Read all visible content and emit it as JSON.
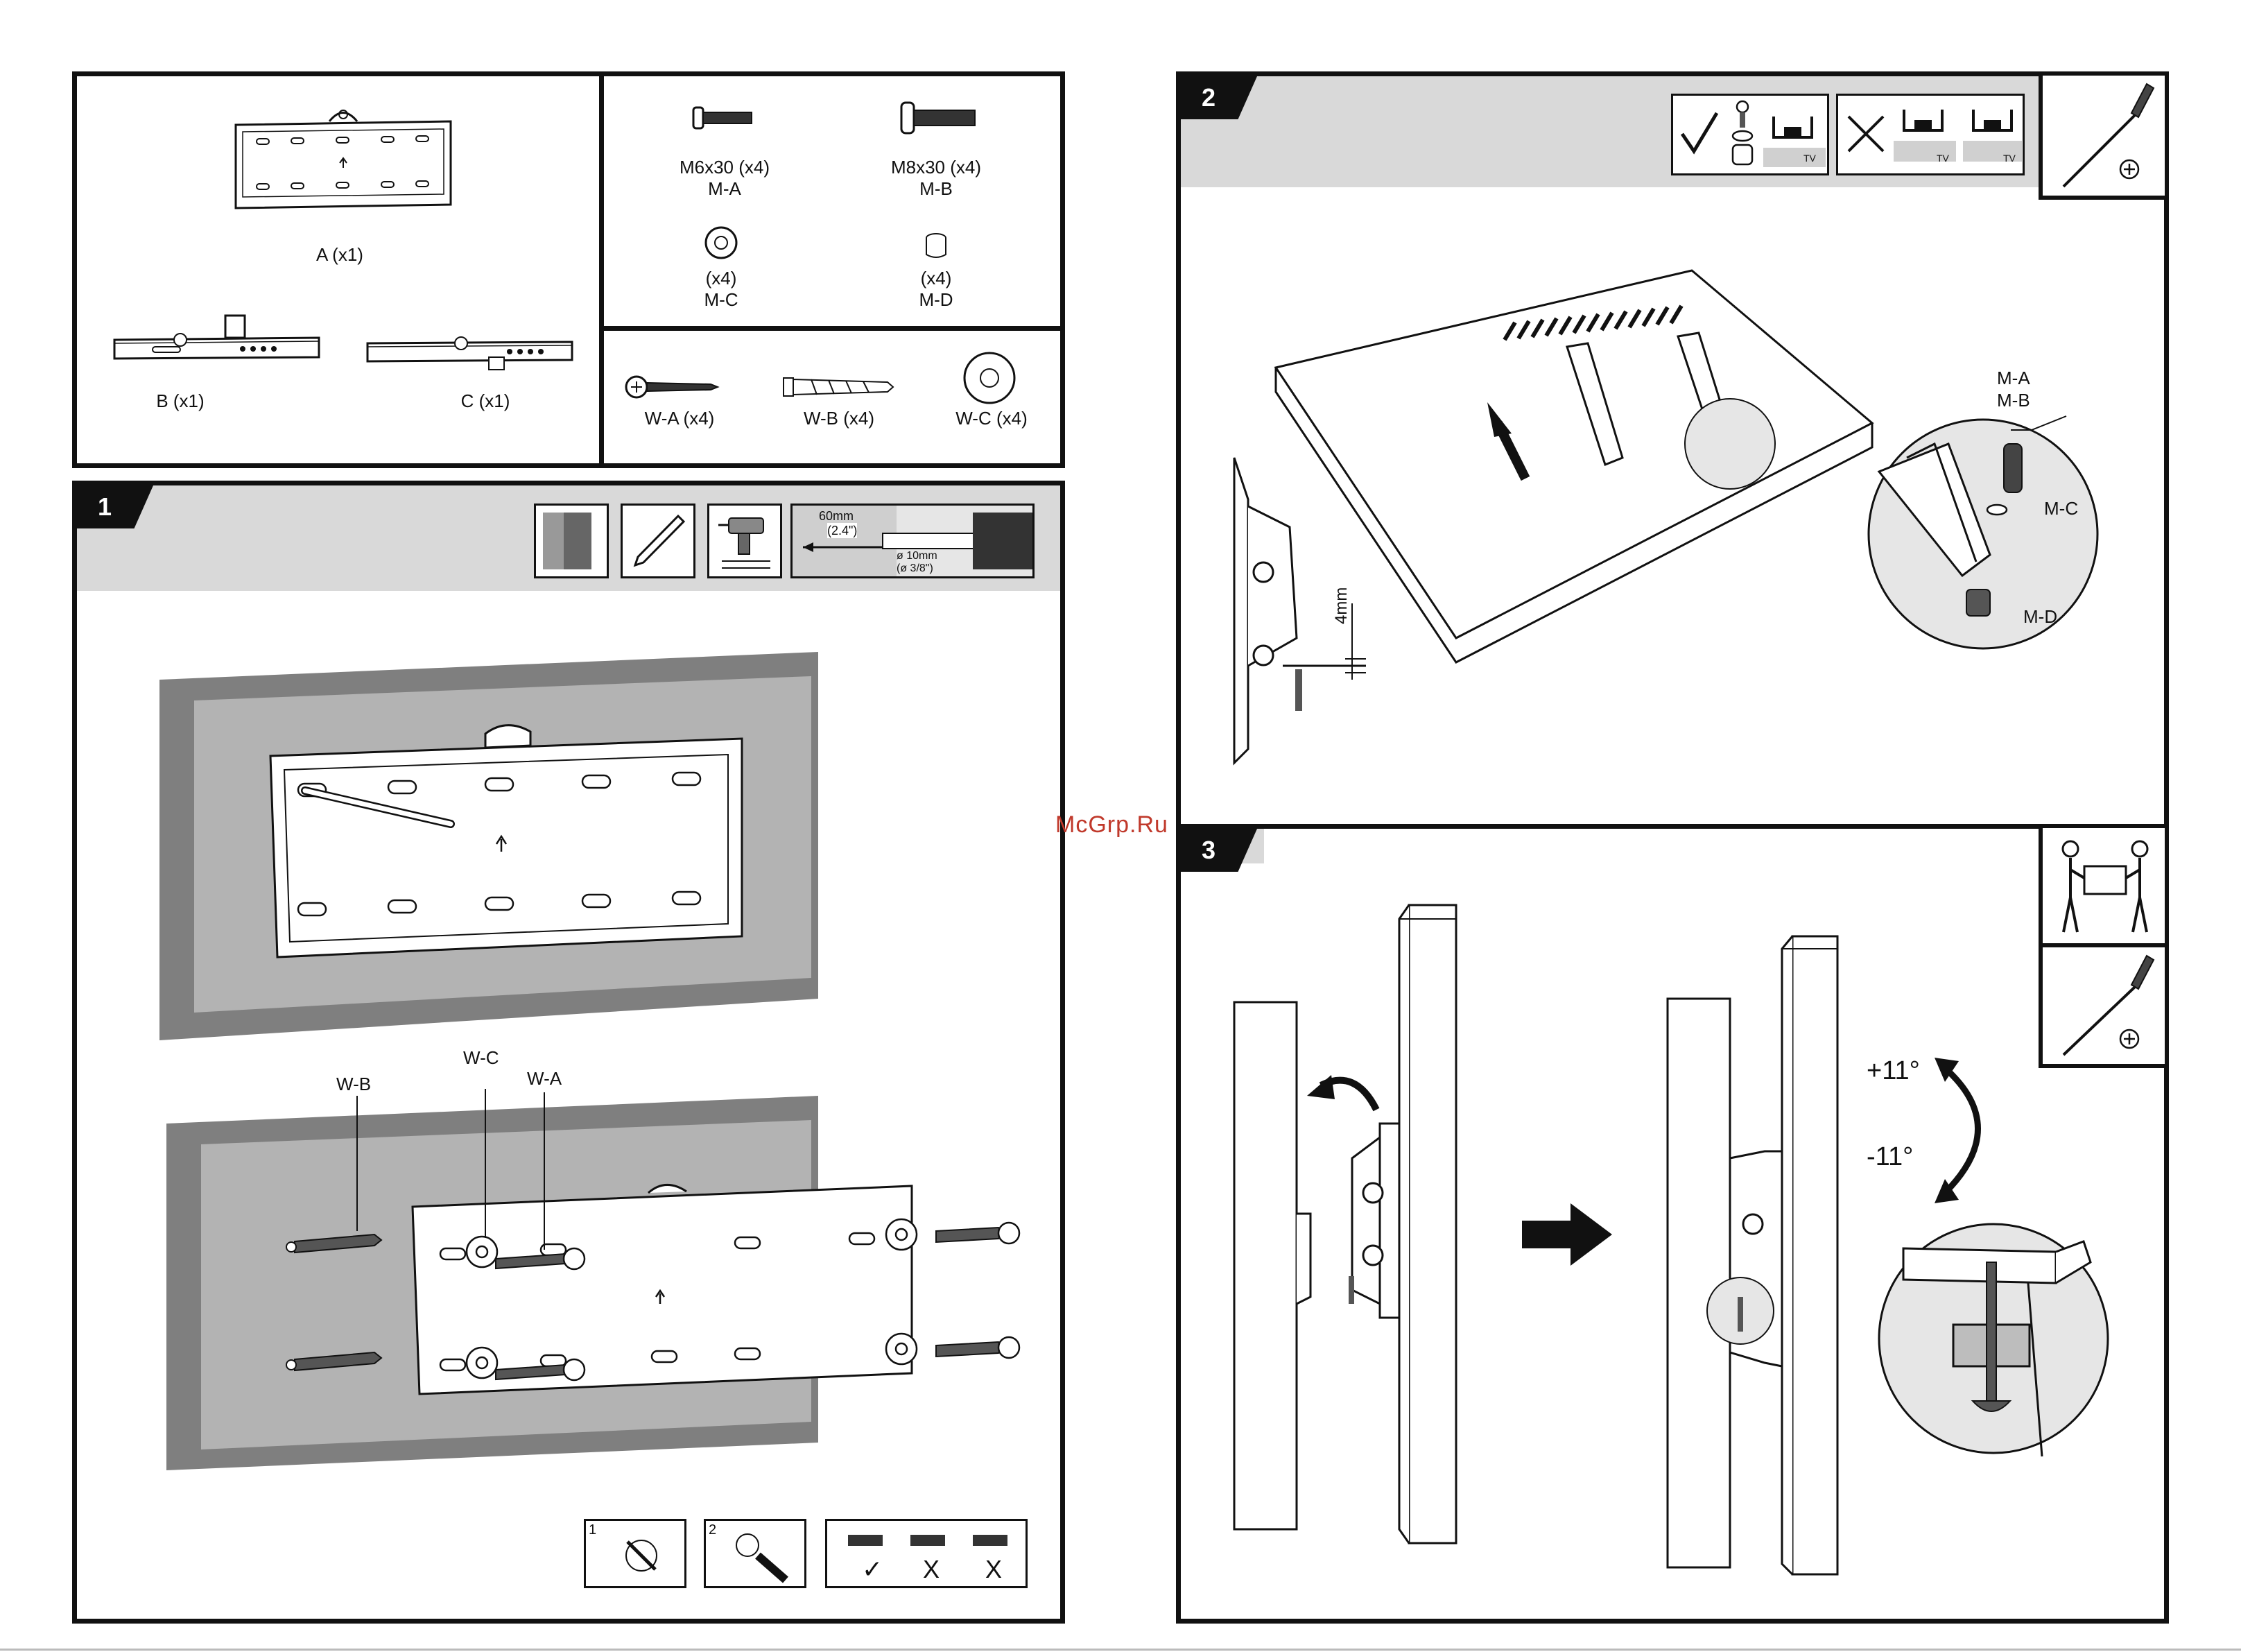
{
  "parts": {
    "wall_plate": "A (x1)",
    "arm_b": "B (x1)",
    "arm_c": "C (x1)",
    "screw_ma": {
      "size": "M6x30 (x4)",
      "code": "M-A"
    },
    "screw_mb": {
      "size": "M8x30 (x4)",
      "code": "M-B"
    },
    "washer_mc": {
      "qty": "(x4)",
      "code": "M-C"
    },
    "spacer_md": {
      "qty": "(x4)",
      "code": "M-D"
    },
    "wall_wa": "W-A (x4)",
    "wall_wb": "W-B (x4)",
    "wall_wc": "W-C (x4)"
  },
  "step1": {
    "number": "1",
    "drill_depth": "60mm",
    "drill_depth_in": "(2.4\")",
    "drill_dia": "ø 10mm",
    "drill_dia_in": "(ø 3/8\")",
    "callout_wb": "W-B",
    "callout_wc": "W-C",
    "callout_wa": "W-A",
    "check_1": "1",
    "check_2": "2",
    "level_ok": "✓",
    "level_bad1": "X",
    "level_bad2": "X"
  },
  "step2": {
    "number": "2",
    "gap": "4mm",
    "tv_tag": "TV",
    "callout_ma": "M-A",
    "callout_mb": "M-B",
    "callout_mc": "M-C",
    "callout_md": "M-D"
  },
  "step3": {
    "number": "3",
    "tilt_up": "+11°",
    "tilt_down": "-11°"
  },
  "watermark": "McGrp.Ru"
}
